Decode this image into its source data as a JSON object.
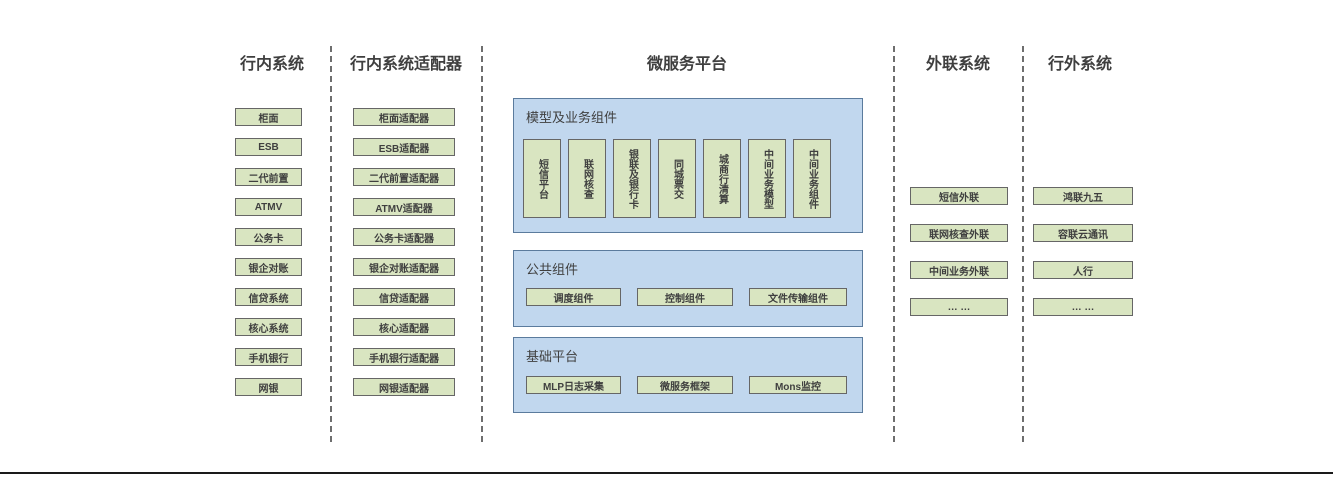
{
  "diagram": {
    "columns": {
      "inbank": {
        "title": "行内系统",
        "items": [
          "柜面",
          "ESB",
          "二代前置",
          "ATMV",
          "公务卡",
          "银企对账",
          "信贷系统",
          "核心系统",
          "手机银行",
          "网银"
        ]
      },
      "adapters": {
        "title": "行内系统适配器",
        "items": [
          "柜面适配器",
          "ESB适配器",
          "二代前置适配器",
          "ATMV适配器",
          "公务卡适配器",
          "银企对账适配器",
          "信贷适配器",
          "核心适配器",
          "手机银行适配器",
          "网银适配器"
        ]
      },
      "platform": {
        "title": "微服务平台",
        "panels": {
          "model": {
            "label": "模型及业务组件",
            "items": [
              "短信平台",
              "联网核查",
              "银联及银行卡",
              "同城票交",
              "城商行清算",
              "中间业务模型",
              "中间业务组件"
            ]
          },
          "common": {
            "label": "公共组件",
            "items": [
              "调度组件",
              "控制组件",
              "文件传输组件"
            ]
          },
          "base": {
            "label": "基础平台",
            "items": [
              "MLP日志采集",
              "微服务框架",
              "Mons监控"
            ]
          }
        }
      },
      "outbound": {
        "title": "外联系统",
        "items": [
          "短信外联",
          "联网核查外联",
          "中间业务外联",
          "… …"
        ]
      },
      "external": {
        "title": "行外系统",
        "items": [
          "鸿联九五",
          "容联云通讯",
          "人行",
          "… …"
        ]
      }
    },
    "colors": {
      "green_fill": "#d9e5c1",
      "green_border": "#666666",
      "blue_fill": "#c1d7ee",
      "blue_border": "#5b7b9d",
      "text": "#3f3f3f",
      "divider": "#6e6e6e",
      "bottom_rule": "#1a1a1a"
    }
  }
}
